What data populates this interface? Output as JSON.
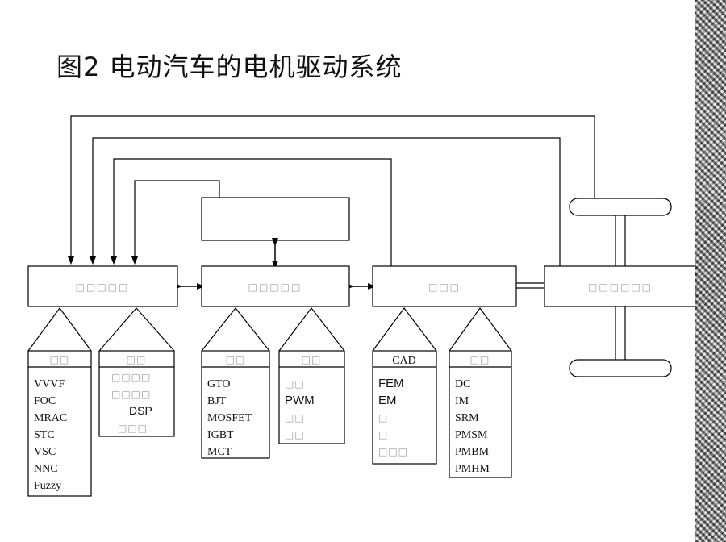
{
  "title": "图2  电动汽车的电机驱动系统",
  "blocks": {
    "controller": "□□□□□",
    "power_converter": "□□□□□",
    "motor": "□□□",
    "transmission": "□□□□□□"
  },
  "subpanels": [
    {
      "key": "control_methods",
      "header": "□□",
      "items": [
        "VVVF",
        "FOC",
        "MRAC",
        "STC",
        "VSC",
        "NNC",
        "Fuzzy"
      ]
    },
    {
      "key": "hardware",
      "header": "□□",
      "items": [
        "□□□□",
        "□□□□",
        "DSP",
        "□□□"
      ]
    },
    {
      "key": "devices",
      "header": "□□",
      "items": [
        "GTO",
        "BJT",
        "MOSFET",
        "IGBT",
        "MCT"
      ]
    },
    {
      "key": "topology",
      "header": "□□",
      "items": [
        "□□",
        "PWM",
        "□□",
        "□□"
      ]
    },
    {
      "key": "design",
      "header": "CAD",
      "items": [
        "FEM",
        "EM",
        "□",
        "□",
        "□□□"
      ]
    },
    {
      "key": "motor_types",
      "header": "□□",
      "items": [
        "DC",
        "IM",
        "SRM",
        "PMSM",
        "PMBM",
        "PMHM"
      ]
    }
  ],
  "colors": {
    "line": "#000000",
    "placeholder": "#9a9a9a",
    "strip": "#555555"
  }
}
